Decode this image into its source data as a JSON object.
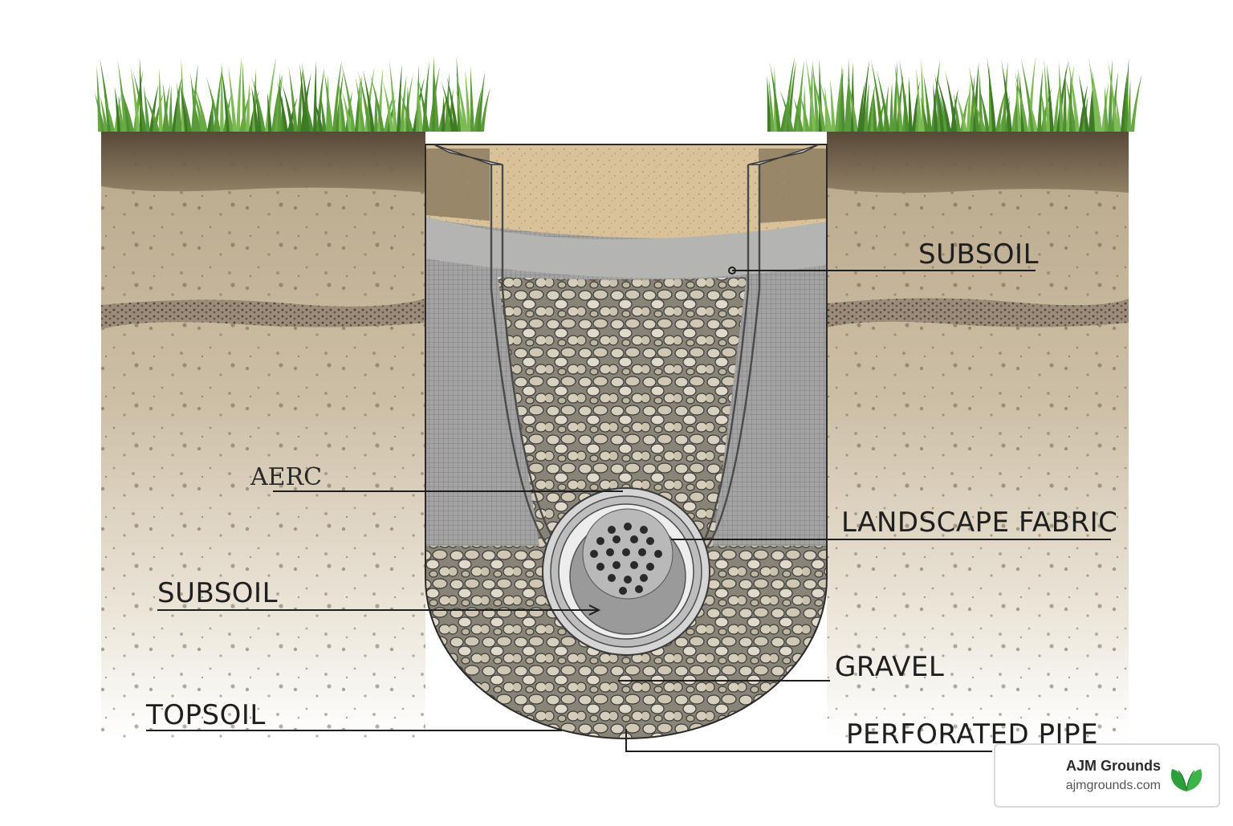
{
  "labels": {
    "subsoil_top": "SUBSOIL",
    "landscape_fabric": "LANDSCAPE FABRIC",
    "gravel": "GRAVEL",
    "perforated_pipe": "PERFORATED PIPE",
    "subsoil_left": "SUBSOIL",
    "topsoil": "TOPSOIL",
    "garbled_left": "AERC"
  },
  "brand": {
    "name": "AJM Grounds",
    "url": "ajmgrounds.com",
    "icon": "leaf-icon",
    "color": "#2e9e3a"
  },
  "colors": {
    "grass": "#5a9a3a",
    "topsoil": "#6b5a44",
    "subsoil": "#c9b99a",
    "sand_fill": "#d9c29a",
    "fabric": "#9a9a9a",
    "gravel": "#cfc6b4",
    "pipe": "#a8a8a8"
  }
}
